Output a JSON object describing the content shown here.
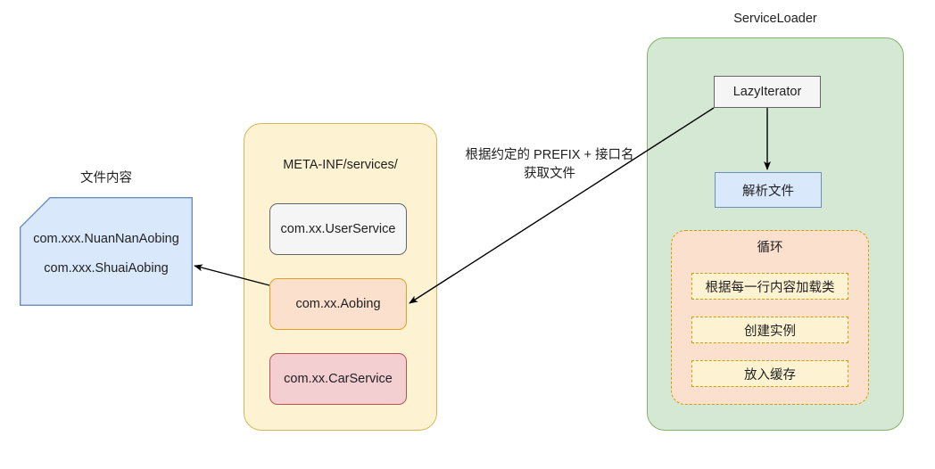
{
  "diagram": {
    "title_left": "文件内容",
    "title_right": "ServiceLoader",
    "colors": {
      "blue_fill": "#dae8fc",
      "blue_stroke": "#6c8ebf",
      "yellow_fill": "#fdf3d2",
      "yellow_stroke": "#d6b656",
      "green_fill": "#d5e8d4",
      "green_stroke": "#82b366",
      "orange_fill": "#fbe0cd",
      "orange_stroke": "#d79b00",
      "gray_fill": "#f5f5f5",
      "gray_stroke": "#666666",
      "red_fill": "#f3cfd2",
      "red_stroke": "#b85450",
      "edge_stroke": "#000000"
    }
  },
  "file_content": {
    "title": "文件内容",
    "lines": [
      "com.xxx.NuanNanAobing",
      "com.xxx.ShuaiAobing"
    ]
  },
  "meta_inf": {
    "title": "META-INF/services/",
    "services": [
      {
        "label": "com.xx.UserService",
        "style": "gray"
      },
      {
        "label": "com.xx.Aobing",
        "style": "orange"
      },
      {
        "label": "com.xx.CarService",
        "style": "red"
      }
    ]
  },
  "service_loader": {
    "title": "ServiceLoader",
    "lazy_iterator": "LazyIterator",
    "parse_file": "解析文件",
    "loop": {
      "title": "循环",
      "steps": [
        "根据每一行内容加载类",
        "创建实例",
        "放入缓存"
      ]
    }
  },
  "edges": {
    "prefix_label_line1": "根据约定的 PREFIX + 接口名",
    "prefix_label_line2": "获取文件"
  }
}
